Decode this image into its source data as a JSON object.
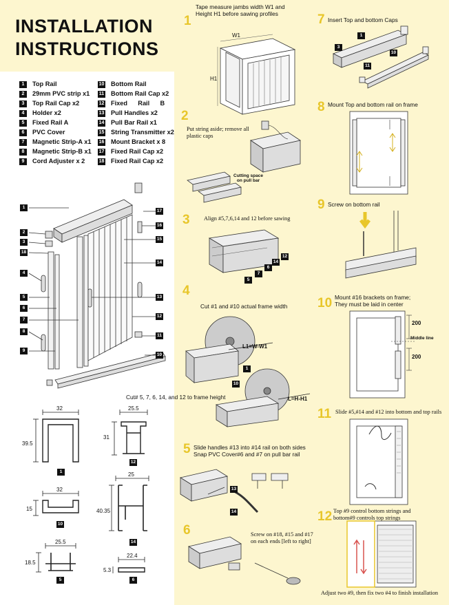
{
  "title": {
    "line1": "INSTALLATION",
    "line2": "INSTRUCTIONS"
  },
  "parts_left": [
    {
      "num": "1",
      "label": "Top Rail"
    },
    {
      "num": "2",
      "label": "29mm PVC strip x1"
    },
    {
      "num": "3",
      "label": "Top Rail Cap x2"
    },
    {
      "num": "4",
      "label": "Holder x2"
    },
    {
      "num": "5",
      "label": "Fixed Rail A"
    },
    {
      "num": "6",
      "label": "PVC Cover"
    },
    {
      "num": "7",
      "label": "Magnetic Strip-A x1"
    },
    {
      "num": "8",
      "label": "Magnetic Strip-B x1"
    },
    {
      "num": "9",
      "label": "Cord Adjuster x 2"
    }
  ],
  "parts_right": [
    {
      "num": "10",
      "label": "Bottom Rail"
    },
    {
      "num": "11",
      "label": "Bottom Rail Cap x2"
    },
    {
      "num": "12",
      "label": "Fixed      Rail      B"
    },
    {
      "num": "13",
      "label": "Pull Handles  x2"
    },
    {
      "num": "14",
      "label": "Pull Bar Rail x1"
    },
    {
      "num": "15",
      "label": "String Transmitter x2"
    },
    {
      "num": "16",
      "label": "Mount Bracket x 8"
    },
    {
      "num": "17",
      "label": "Fixed Rail Cap x2"
    },
    {
      "num": "18",
      "label": "Fixed Rail Cap x2"
    }
  ],
  "diagram_labels": [
    "1",
    "2",
    "3",
    "18",
    "4",
    "5",
    "6",
    "7",
    "8",
    "9",
    "17",
    "16",
    "15",
    "14",
    "13",
    "12",
    "11",
    "10"
  ],
  "profiles": {
    "p1": {
      "num": "1",
      "w": "32",
      "h": "39.5"
    },
    "p12": {
      "num": "12",
      "w": "25.5",
      "h": "31"
    },
    "p10": {
      "num": "10",
      "w": "32",
      "h": "15"
    },
    "p14": {
      "num": "14",
      "w": "25",
      "h": "40.35"
    },
    "p5": {
      "num": "5",
      "w": "25.5",
      "h": "18.5"
    },
    "p6": {
      "num": "6",
      "w": "22.4",
      "h": "5.3"
    }
  },
  "steps": {
    "s1": {
      "num": "1",
      "text1": "Tape measure jambs width W1 and",
      "text2": "Height H1 before sawing profiles",
      "w": "W1",
      "h": "H1"
    },
    "s2": {
      "num": "2",
      "text1": "Put string aside; remove all",
      "text2": "plastic caps",
      "note1": "Cutting space",
      "note2": "on pull bar"
    },
    "s3": {
      "num": "3",
      "text": "Align #5,7,6,14 and 12 before sawing",
      "labels": [
        "5",
        "7",
        "6",
        "14",
        "12"
      ]
    },
    "s4": {
      "num": "4",
      "text": "Cut #1 and #10 actual frame width",
      "formula1": "L1=W-W1",
      "formula2": "L=H-H1",
      "l1": "1",
      "l10": "10",
      "cut": "Cut# 5, 7, 6, 14, and 12 to frame height"
    },
    "s5": {
      "num": "5",
      "text1": "Slide handles #13 into #14 rail on both sides",
      "text2": "Snap  PVC  Cover#6  and  #7  on  pull  bar rail",
      "l13": "13",
      "l14": "14"
    },
    "s6": {
      "num": "6",
      "text1": "Screw on #18, #15 and #17",
      "text2": "on each ends [left to right]"
    },
    "s7": {
      "num": "7",
      "text": "Insert Top and bottom Caps",
      "labels": [
        "1",
        "3",
        "10",
        "11"
      ]
    },
    "s8": {
      "num": "8",
      "text": "Mount Top and bottom rail on frame"
    },
    "s9": {
      "num": "9",
      "text": "Screw on bottom rail"
    },
    "s10": {
      "num": "10",
      "text1": "Mount #16 brackets on frame;",
      "text2": "They must be laid in center",
      "d1": "200",
      "d2": "200",
      "mid": "Middle line"
    },
    "s11": {
      "num": "11",
      "text": "Slide #5,#14 and #12 into bottom and top rails"
    },
    "s12": {
      "num": "12",
      "text1": "Top #9 control bottom strings and",
      "text2": "bottom#9 controls top strings",
      "footer": "Adjust two #9, then fix two #4 to finish installation"
    }
  },
  "colors": {
    "accent_yellow": "#e8c62a",
    "panel": "#fdf6cf"
  }
}
